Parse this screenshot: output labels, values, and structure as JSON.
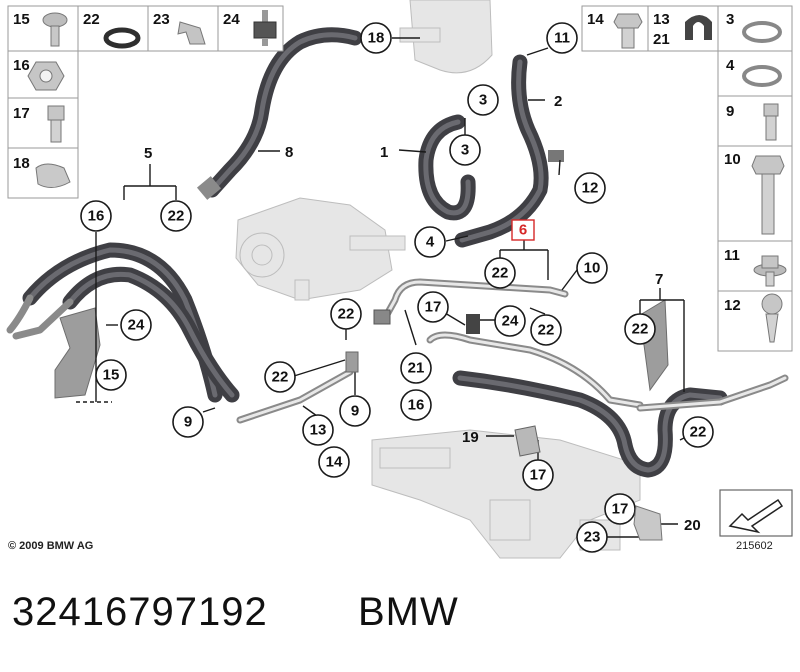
{
  "diagram": {
    "copyright": "© 2009 BMW AG",
    "diagram_id": "215602",
    "highlighted_part": "6"
  },
  "listing": {
    "part_number": "32416797192",
    "brand": "BMW"
  },
  "left_legend": {
    "top_row": [
      "15",
      "22",
      "23",
      "24"
    ],
    "column": [
      "16",
      "17",
      "18"
    ]
  },
  "right_legend": {
    "top_row": [
      "14",
      "13",
      "21",
      "3"
    ],
    "column": [
      "4",
      "9",
      "10",
      "11",
      "12"
    ]
  },
  "callouts": {
    "c1": "1",
    "c2": "2",
    "c3a": "3",
    "c3b": "3",
    "c4": "4",
    "c5": "5",
    "c7": "7",
    "c8": "8",
    "c9a": "9",
    "c9b": "9",
    "c10": "10",
    "c11": "11",
    "c12": "12",
    "c13": "13",
    "c14": "14",
    "c15": "15",
    "c16a": "16",
    "c16b": "16",
    "c17a": "17",
    "c17b": "17",
    "c17c": "17",
    "c18": "18",
    "c19": "19",
    "c20": "20",
    "c21": "21",
    "c22a": "22",
    "c22b": "22",
    "c22c": "22",
    "c22d": "22",
    "c22e": "22",
    "c22f": "22",
    "c22g": "22",
    "c23": "23",
    "c24a": "24",
    "c24b": "24"
  }
}
